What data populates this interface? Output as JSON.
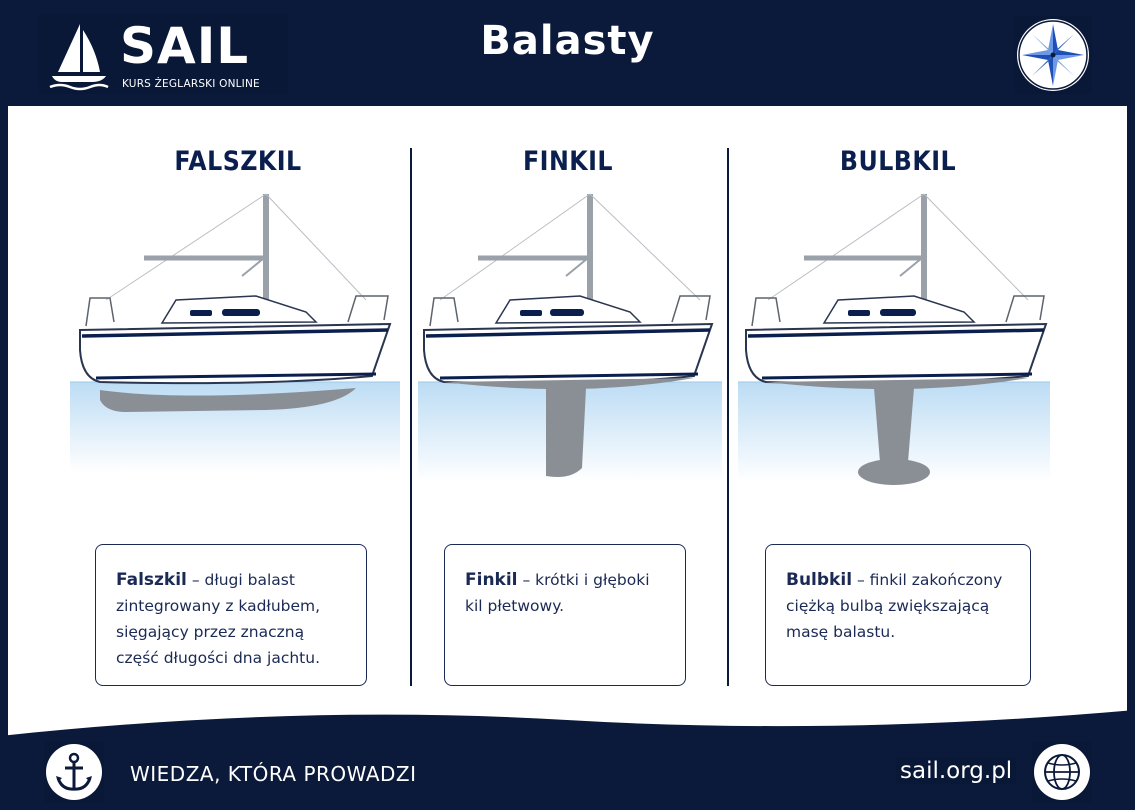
{
  "brand": {
    "name": "SAIL",
    "tagline": "KURS ŻEGLARSKI ONLINE"
  },
  "title": "Balasty",
  "columns": [
    {
      "heading": "FALSZKIL",
      "term": "Falszkil",
      "description": " – długi balast zintegrowany z kadłubem, sięgający przez znaczną część długości dna jachtu."
    },
    {
      "heading": "FINKIL",
      "term": "Finkil",
      "description": " – krótki i głęboki kil płetwowy."
    },
    {
      "heading": "BULBKIL",
      "term": "Bulbkil",
      "description": " – finkil zakończony ciężką bulbą zwiększającą masę balastu."
    }
  ],
  "footer": {
    "motto": "WIEDZA, KTÓRA PROWADZI",
    "url": "sail.org.pl"
  },
  "icons": {
    "logo": "sailboat-logo-icon",
    "compass": "compass-rose-icon",
    "anchor": "anchor-icon",
    "globe": "globe-icon"
  },
  "colors": {
    "navy": "#0b1a3a",
    "text_navy": "#0b1f4e",
    "water": "#cfe6f7",
    "keel": "#8a8f96",
    "hull": "#ffffff"
  }
}
